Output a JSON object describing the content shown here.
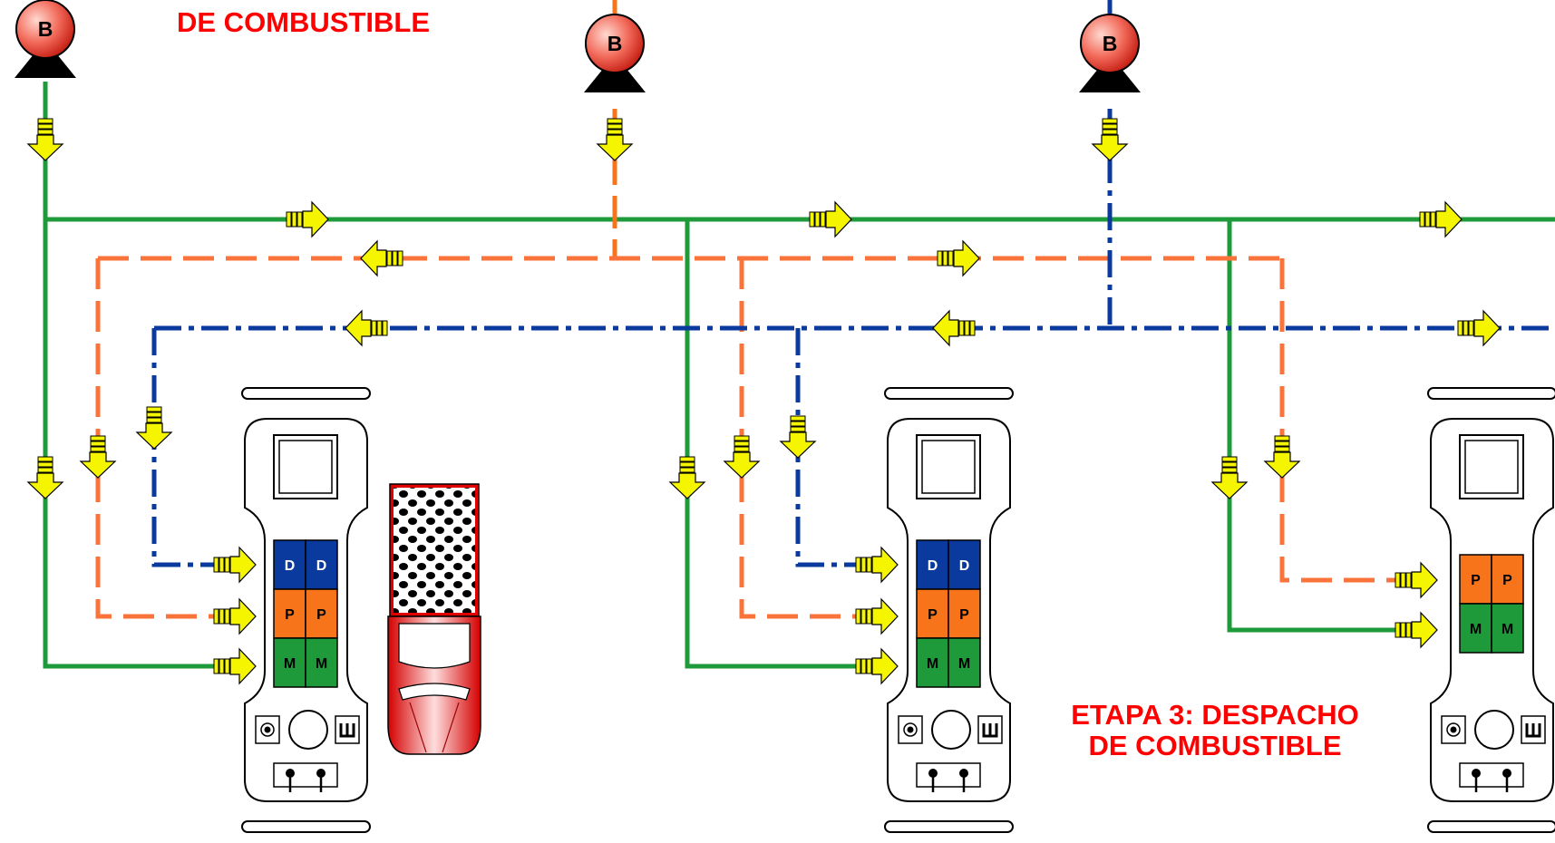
{
  "colors": {
    "magna": "#1e9a3a",
    "premium": "#f7741a",
    "premium_dash": "#f9733a",
    "diesel": "#0a3a9e",
    "arrow": "#f5f500",
    "title_red": "#ff0000"
  },
  "captions": {
    "top_title": "DE COMBUSTIBLE",
    "stage3_line1": "ETAPA 3: DESPACHO",
    "stage3_line2": "DE COMBUSTIBLE"
  },
  "pumps": [
    {
      "letter": "B",
      "fuel": "magna"
    },
    {
      "letter": "B",
      "fuel": "premium"
    },
    {
      "letter": "B",
      "fuel": "diesel"
    }
  ],
  "dispensers": [
    {
      "rows": [
        {
          "letter": "D",
          "fuel": "diesel"
        },
        {
          "letter": "P",
          "fuel": "premium"
        },
        {
          "letter": "M",
          "fuel": "magna"
        }
      ]
    },
    {
      "rows": [
        {
          "letter": "D",
          "fuel": "diesel"
        },
        {
          "letter": "P",
          "fuel": "premium"
        },
        {
          "letter": "M",
          "fuel": "magna"
        }
      ]
    },
    {
      "rows": [
        {
          "letter": "P",
          "fuel": "premium"
        },
        {
          "letter": "M",
          "fuel": "magna"
        }
      ]
    }
  ],
  "icons": {
    "pump": "pump-icon",
    "flow_arrow": "flow-arrow-icon",
    "car": "car-icon"
  }
}
